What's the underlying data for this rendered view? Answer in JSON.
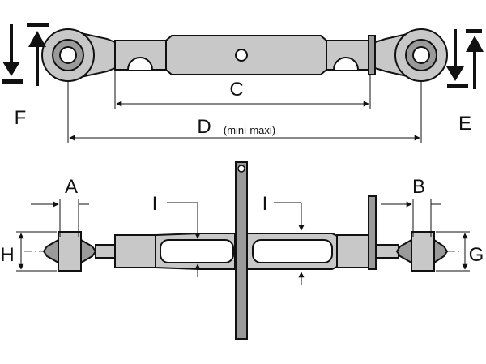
{
  "diagram": {
    "labels": {
      "A": "A",
      "B": "B",
      "C": "C",
      "D": "D",
      "D_note": "(mini-maxi)",
      "E": "E",
      "F": "F",
      "G": "G",
      "H": "H",
      "I_left": "I",
      "I_right": "I"
    },
    "colors": {
      "line": "#111111",
      "part_fill": "#c8c8c8",
      "part_shade": "#9a9a9a",
      "background": "#ffffff"
    },
    "icons": {
      "left_end_direction": "double-vertical-arrows",
      "right_end_direction": "double-vertical-arrows"
    }
  }
}
